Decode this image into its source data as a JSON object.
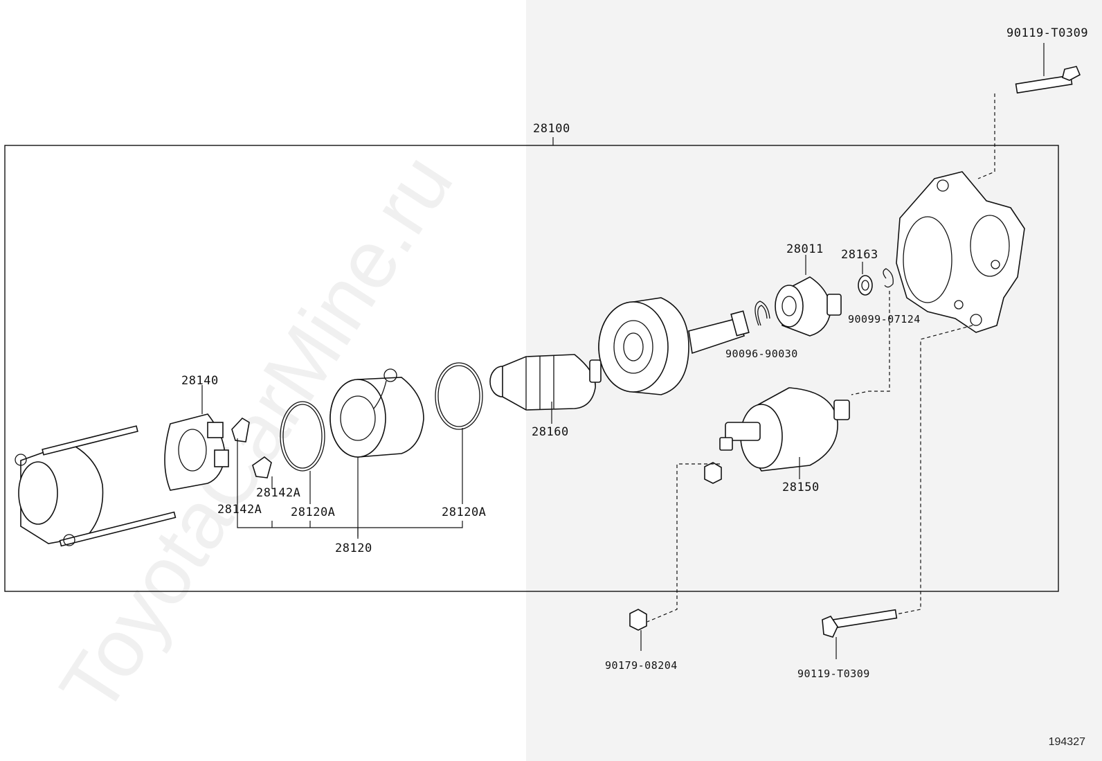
{
  "diagram": {
    "figure_id": "194327",
    "watermark": "ToyotaCarMine.ru",
    "assembly_label": "28100",
    "callouts": {
      "bolt_top": "90119-T0309",
      "bolt_bottom": "90119-T0309",
      "nut_bottom": "90179-08204",
      "clip_1": "90099-07124",
      "ring_1": "90096-90030",
      "pinion": "28011",
      "washer": "28163",
      "armature": "28160",
      "solenoid": "28150",
      "brush_holder": "28140",
      "brush_a": "28142A",
      "brush_b": "28142A",
      "yoke_ring_left": "28120A",
      "yoke_ring_right": "28120A",
      "yoke": "28120"
    }
  }
}
